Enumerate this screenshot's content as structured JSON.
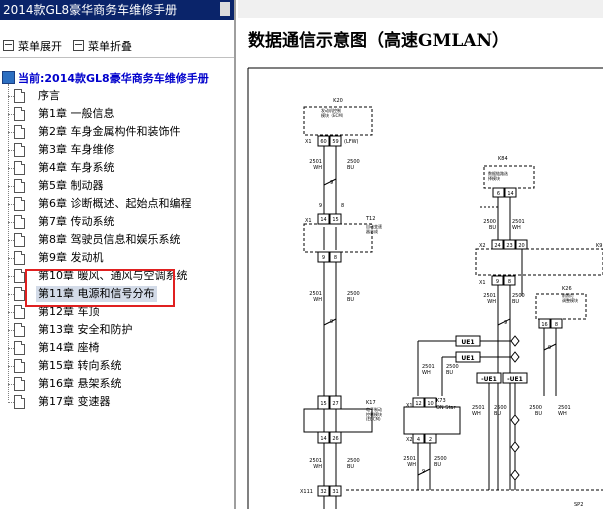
{
  "window": {
    "title": "2014款GL8豪华商务车维修手册"
  },
  "toolbar": {
    "expand_label": "菜单展开",
    "collapse_label": "菜单折叠"
  },
  "tree": {
    "root_label": "当前:2014款GL8豪华商务车维修手册",
    "selected_index": 11,
    "items": [
      "序言",
      "第1章 一般信息",
      "第2章 车身金属构件和装饰件",
      "第3章 车身维修",
      "第4章 车身系统",
      "第5章 制动器",
      "第6章 诊断概述、起始点和编程",
      "第7章 传动系统",
      "第8章 驾驶员信息和娱乐系统",
      "第9章 发动机",
      "第10章 暖风、通风与空调系统",
      "第11章 电源和信号分布",
      "第12章 车顶",
      "第13章 安全和防护",
      "第14章 座椅",
      "第15章 转向系统",
      "第16章 悬架系统",
      "第17章 变速器"
    ]
  },
  "content": {
    "title": "数据通信示意图（高速GMLAN）",
    "diagram": {
      "k20_id": "K20",
      "k20_name": "发动机控制\n模块（ECM）",
      "x1": "X1",
      "x2": "X2",
      "k20_pin60": "60",
      "k20_pin59": "59",
      "lfw": "(LFW)",
      "wire_2501": "2501",
      "wire_2500": "2500",
      "wh": "WH",
      "bu": "BU",
      "num_9": "9",
      "num_8": "8",
      "num_14": "14",
      "num_15": "15",
      "num_27": "27",
      "num_26": "26",
      "t12_id": "T12",
      "t12_name": "自动变速\n器总成",
      "k84_id": "K84",
      "k84_name": "数据链路选\n择模块",
      "k84_pin6": "6",
      "k84_pin14": "14",
      "pin24": "24",
      "pin23": "23",
      "pin20": "20",
      "k9_id": "K9",
      "k26_id": "K26",
      "k26_name": "前照灯\n调整模块",
      "pin16": "16",
      "pin8": "8",
      "ue1": "UE1",
      "neg_ue1": "-UE1",
      "k17_id": "K17",
      "k17_name": "电子制动\n控制模块\n(EBCM)",
      "k73_id": "K73",
      "k73_name": "ON Star",
      "k73_pin12": "12",
      "k73_pin10": "10",
      "k73_pin4": "4",
      "k73_pin2": "2",
      "x111": "X111",
      "pin32": "32",
      "pin31": "31",
      "sp2": "SP2"
    }
  },
  "colors": {
    "title_bar": "#0a246a",
    "selected_row": "#d3dbe8",
    "highlight_box": "#e02020",
    "link_blue": "#0000cc"
  }
}
